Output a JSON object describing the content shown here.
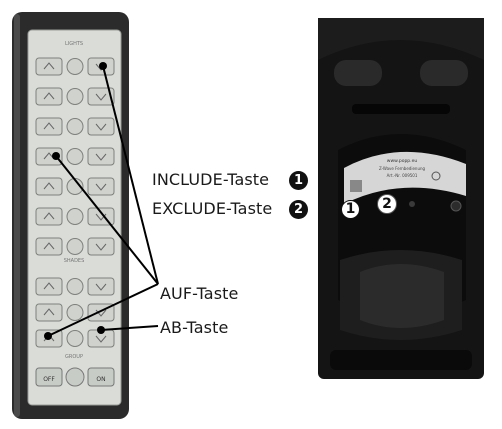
{
  "labels": {
    "include": "INCLUDE-Taste",
    "exclude": "EXCLUDE-Taste",
    "up": "AUF-Taste",
    "down": "AB-Taste"
  },
  "markers": {
    "one": "1",
    "two": "2"
  },
  "remote": {
    "top_text": "LIGHTS",
    "mid_text": "SHADES",
    "bottom_text": "GROUP",
    "off_label": "OFF",
    "on_label": "ON"
  },
  "sticker": {
    "brand": "www.popp.eu",
    "line1": "Z-Wave Fernbedienung",
    "line2": "Art.-Nr. 009501"
  },
  "colors": {
    "remote_body": "#2a2a2a",
    "faceplate": "#d9dcd8",
    "device_body": "#141414",
    "text": "#1a1a1a",
    "leader": "#000000"
  }
}
